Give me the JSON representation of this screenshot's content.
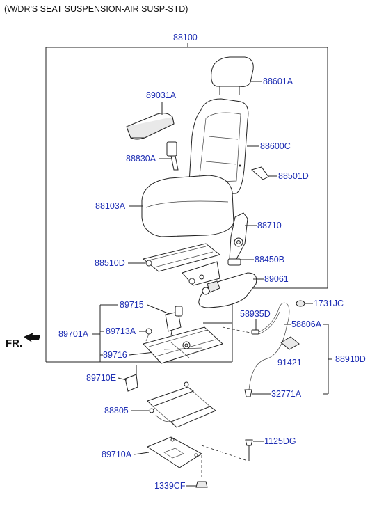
{
  "header": {
    "title": "(W/DR'S SEAT SUSPENSION-AIR SUSP-STD)"
  },
  "direction": {
    "label": "FR."
  },
  "labels": {
    "l_88100": "88100",
    "l_88601A": "88601A",
    "l_89031A": "89031A",
    "l_88600C": "88600C",
    "l_88830A": "88830A",
    "l_88501D": "88501D",
    "l_88103A": "88103A",
    "l_88710": "88710",
    "l_88510D": "88510D",
    "l_88450B": "88450B",
    "l_89061": "89061",
    "l_89715": "89715",
    "l_1731JC": "1731JC",
    "l_58935D": "58935D",
    "l_89701A": "89701A",
    "l_89713A": "89713A",
    "l_58806A": "58806A",
    "l_88910D": "88910D",
    "l_89716": "89716",
    "l_91421": "91421",
    "l_89710E": "89710E",
    "l_32771A": "32771A",
    "l_88805": "88805",
    "l_1125DG": "1125DG",
    "l_89710A": "89710A",
    "l_1339CF": "1339CF"
  },
  "colors": {
    "label": "#1f2fb4",
    "line": "#222222",
    "frame": "#222222"
  }
}
